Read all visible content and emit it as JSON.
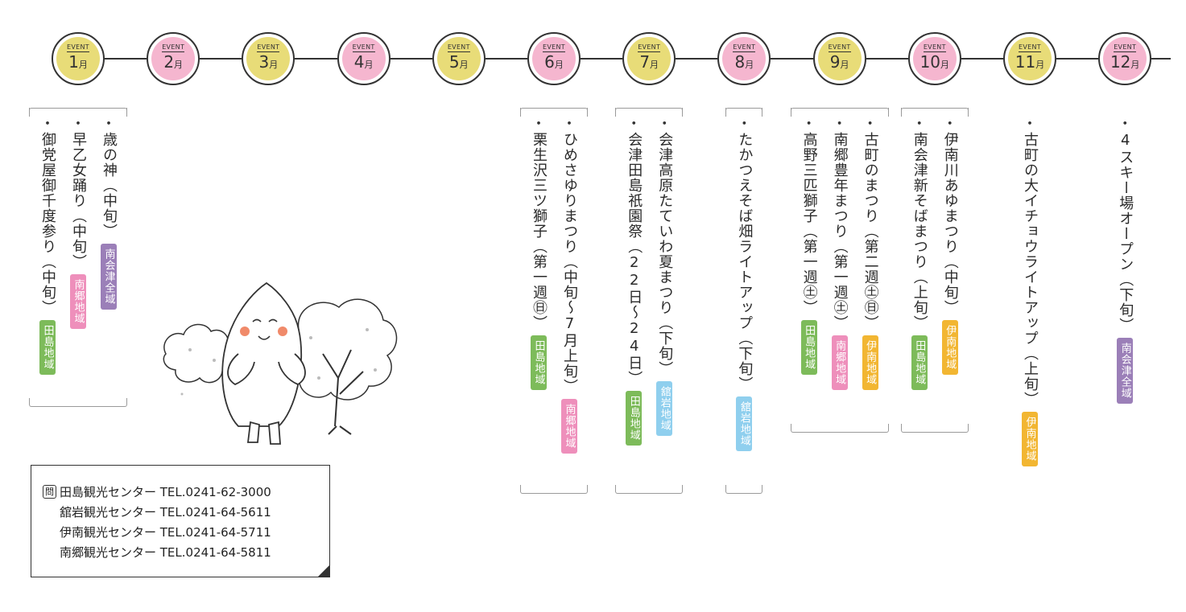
{
  "months": [
    {
      "label": "EVENT",
      "num": "1",
      "unit": "月",
      "color": "yellow"
    },
    {
      "label": "EVENT",
      "num": "2",
      "unit": "月",
      "color": "pink"
    },
    {
      "label": "EVENT",
      "num": "3",
      "unit": "月",
      "color": "yellow"
    },
    {
      "label": "EVENT",
      "num": "4",
      "unit": "月",
      "color": "pink"
    },
    {
      "label": "EVENT",
      "num": "5",
      "unit": "月",
      "color": "yellow"
    },
    {
      "label": "EVENT",
      "num": "6",
      "unit": "月",
      "color": "pink"
    },
    {
      "label": "EVENT",
      "num": "7",
      "unit": "月",
      "color": "yellow"
    },
    {
      "label": "EVENT",
      "num": "8",
      "unit": "月",
      "color": "pink"
    },
    {
      "label": "EVENT",
      "num": "9",
      "unit": "月",
      "color": "yellow"
    },
    {
      "label": "EVENT",
      "num": "10",
      "unit": "月",
      "color": "pink"
    },
    {
      "label": "EVENT",
      "num": "11",
      "unit": "月",
      "color": "yellow"
    },
    {
      "label": "EVENT",
      "num": "12",
      "unit": "月",
      "color": "pink"
    }
  ],
  "colors": {
    "yellow": "#e8dc78",
    "pink": "#f5b6cf",
    "南会津全域": "#9b7fb8",
    "南郷地域": "#ee8fbb",
    "田島地域": "#7dbb5a",
    "伊南地域": "#f2b632",
    "舘岩地域": "#8fcfee"
  },
  "events": [
    {
      "month": 1,
      "items": [
        {
          "name": "歳の神（中旬）",
          "area": "南会津全域"
        },
        {
          "name": "早乙女踊り（中旬）",
          "area": "南郷地域"
        },
        {
          "name": "御党屋御千度参り（中旬）",
          "area": "田島地域"
        }
      ]
    },
    {
      "month": 6,
      "items": [
        {
          "name": "ひめさゆりまつり（中旬〜7月上旬）",
          "area": "南郷地域"
        },
        {
          "name": "栗生沢三ツ獅子（第一週㊐）",
          "area": "田島地域"
        }
      ]
    },
    {
      "month": 7,
      "items": [
        {
          "name": "会津高原たていわ夏まつり（下旬）",
          "area": "舘岩地域"
        },
        {
          "name": "会津田島祇園祭（22日〜24日）",
          "area": "田島地域"
        }
      ]
    },
    {
      "month": 8,
      "items": [
        {
          "name": "たかつえそば畑ライトアップ（下旬）",
          "area": "舘岩地域"
        }
      ]
    },
    {
      "month": 9,
      "items": [
        {
          "name": "古町のまつり（第二週㊏㊐）",
          "area": "伊南地域"
        },
        {
          "name": "南郷豊年まつり（第一週㊏）",
          "area": "南郷地域"
        },
        {
          "name": "高野三匹獅子（第一週㊏）",
          "area": "田島地域"
        }
      ]
    },
    {
      "month": 10,
      "items": [
        {
          "name": "伊南川あゆまつり（中旬）",
          "area": "伊南地域"
        },
        {
          "name": "南会津新そばまつり（上旬）",
          "area": "田島地域"
        }
      ]
    },
    {
      "month": 11,
      "items": [
        {
          "name": "古町の大イチョウライトアップ（上旬）",
          "area": "伊南地域"
        }
      ]
    },
    {
      "month": 12,
      "items": [
        {
          "name": "4スキー場オープン（下旬）",
          "area": "南会津全域"
        }
      ]
    }
  ],
  "contact": {
    "icon": "問",
    "rows": [
      "田島観光センター TEL.0241-62-3000",
      "舘岩観光センター TEL.0241-64-5611",
      "伊南観光センター TEL.0241-64-5711",
      "南郷観光センター TEL.0241-64-5811"
    ]
  },
  "illustration": "mascot-with-tree"
}
